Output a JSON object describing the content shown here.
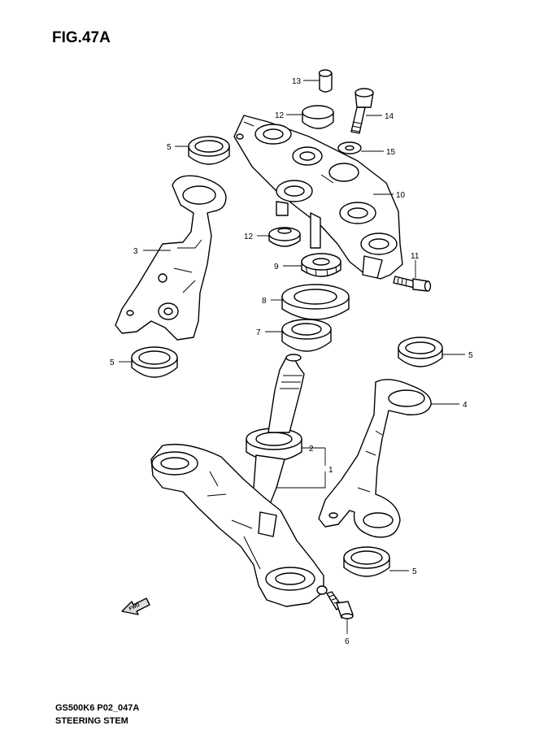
{
  "figure": {
    "title": "FIG.47A",
    "model_code": "GS500K6 P02_047A",
    "caption": "STEERING STEM",
    "direction_badge": "FWD"
  },
  "callouts": [
    "13",
    "12",
    "14",
    "5",
    "15",
    "10",
    "3",
    "12",
    "11",
    "9",
    "8",
    "7",
    "5",
    "5",
    "4",
    "2",
    "1",
    "5",
    "6"
  ]
}
